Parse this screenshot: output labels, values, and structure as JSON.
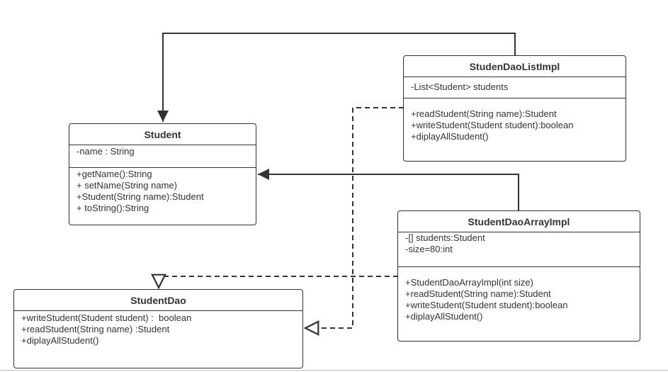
{
  "classes": {
    "student": {
      "name": "Student",
      "attributes": [
        "-name : String"
      ],
      "operations": [
        "+getName():String",
        "+ setName(String name)",
        "+Student(String name):Student",
        "+ toString():String"
      ]
    },
    "studen_dao_list_impl": {
      "name": "StudenDaoListImpl",
      "attributes": [
        "-List<Student> students"
      ],
      "operations": [
        "+readStudent(String name):Student",
        "+writeStudent(Student student):boolean",
        "+diplayAllStudent()"
      ]
    },
    "student_dao_array_impl": {
      "name": "StudentDaoArrayImpl",
      "attributes": [
        "-[] students:Student",
        "-size=80:int"
      ],
      "operations": [
        "+StudentDaoArrayImpl(int size)",
        "+readStudent(String name):Student",
        "+writeStudent(Student student):boolean",
        "+diplayAllStudent()"
      ]
    },
    "student_dao": {
      "name": "StudentDao",
      "attributes": [],
      "operations": [
        "+writeStudent(Student student) :  boolean",
        "+readStudent(String name) :Student",
        "+diplayAllStudent()"
      ]
    }
  },
  "relations": [
    {
      "from": "studen_dao_list_impl",
      "to": "student",
      "kind": "association"
    },
    {
      "from": "student_dao_array_impl",
      "to": "student",
      "kind": "association"
    },
    {
      "from": "studen_dao_list_impl",
      "to": "student_dao",
      "kind": "realization"
    },
    {
      "from": "student_dao_array_impl",
      "to": "student_dao",
      "kind": "realization"
    }
  ],
  "colors": {
    "line": "#333333",
    "background": "#ffffff"
  }
}
